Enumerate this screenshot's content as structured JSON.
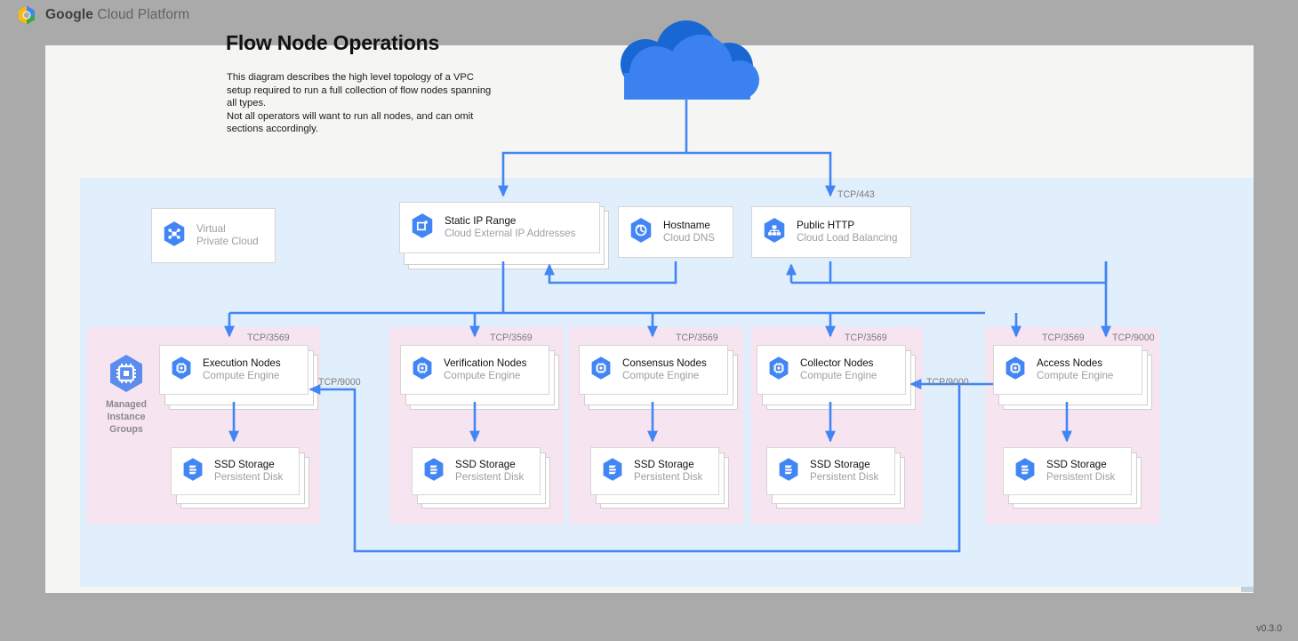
{
  "header": {
    "logo_icon": "google-cloud-hexagon-logo",
    "brand_bold": "Google",
    "brand_rest": " Cloud Platform"
  },
  "diagram": {
    "title": "Flow Node Operations",
    "description": "This diagram describes the high level topology of a VPC setup required to run a full collection of flow nodes spanning all types.\nNot all operators will want to run all nodes, and can omit sections accordingly.",
    "internet_icon": "cloud-icon",
    "version": "v0.3.0"
  },
  "colors": {
    "page_background": "#aaaaaa",
    "canvas": "#f5f5f4",
    "vpc_region": "#e1eefb",
    "node_group": "#f7e4f1",
    "connector": "#4285f4",
    "gcp_blue": "#4285f4",
    "title_text": "#111111",
    "muted_text": "#9aa0a6",
    "port_label": "#7d7d7d"
  },
  "top_row": [
    {
      "id": "vpc",
      "icon": "virtual-private-cloud-icon",
      "title": "Virtual",
      "subtitle": "Private Cloud",
      "muted": true,
      "stacked": false
    },
    {
      "id": "static-ip",
      "icon": "external-ip-addresses-icon",
      "title": "Static IP Range",
      "subtitle": "Cloud External IP Addresses",
      "muted": false,
      "stacked": true
    },
    {
      "id": "hostname",
      "icon": "cloud-dns-icon",
      "title": "Hostname",
      "subtitle": "Cloud DNS",
      "muted": false,
      "stacked": false
    },
    {
      "id": "public-http",
      "icon": "cloud-load-balancing-icon",
      "title": "Public HTTP",
      "subtitle": "Cloud Load Balancing",
      "muted": false,
      "stacked": false
    }
  ],
  "managed_instance_groups": {
    "icon": "managed-instance-groups-icon",
    "label": "Managed\nInstance\nGroups"
  },
  "node_groups": [
    {
      "id": "execution",
      "inbound_port": "TCP/3569",
      "compute": {
        "icon": "compute-engine-icon",
        "title": "Execution Nodes",
        "subtitle": "Compute Engine"
      },
      "storage": {
        "icon": "persistent-disk-icon",
        "title": "SSD Storage",
        "subtitle": "Persistent Disk"
      }
    },
    {
      "id": "verification",
      "inbound_port": "TCP/3569",
      "compute": {
        "icon": "compute-engine-icon",
        "title": "Verification Nodes",
        "subtitle": "Compute Engine"
      },
      "storage": {
        "icon": "persistent-disk-icon",
        "title": "SSD Storage",
        "subtitle": "Persistent Disk"
      }
    },
    {
      "id": "consensus",
      "inbound_port": "TCP/3569",
      "compute": {
        "icon": "compute-engine-icon",
        "title": "Consensus Nodes",
        "subtitle": "Compute Engine"
      },
      "storage": {
        "icon": "persistent-disk-icon",
        "title": "SSD Storage",
        "subtitle": "Persistent Disk"
      }
    },
    {
      "id": "collector",
      "inbound_port": "TCP/3569",
      "compute": {
        "icon": "compute-engine-icon",
        "title": "Collector Nodes",
        "subtitle": "Compute Engine"
      },
      "storage": {
        "icon": "persistent-disk-icon",
        "title": "SSD Storage",
        "subtitle": "Persistent Disk"
      }
    },
    {
      "id": "access",
      "inbound_port": "TCP/3569",
      "inbound_port_2": "TCP/9000",
      "compute": {
        "icon": "compute-engine-icon",
        "title": "Access Nodes",
        "subtitle": "Compute Engine"
      },
      "storage": {
        "icon": "persistent-disk-icon",
        "title": "SSD Storage",
        "subtitle": "Persistent Disk"
      }
    }
  ],
  "edge_labels": {
    "lb_port": "TCP/443",
    "access_to_collector": "TCP/9000",
    "access_to_execution": "TCP/9000"
  }
}
